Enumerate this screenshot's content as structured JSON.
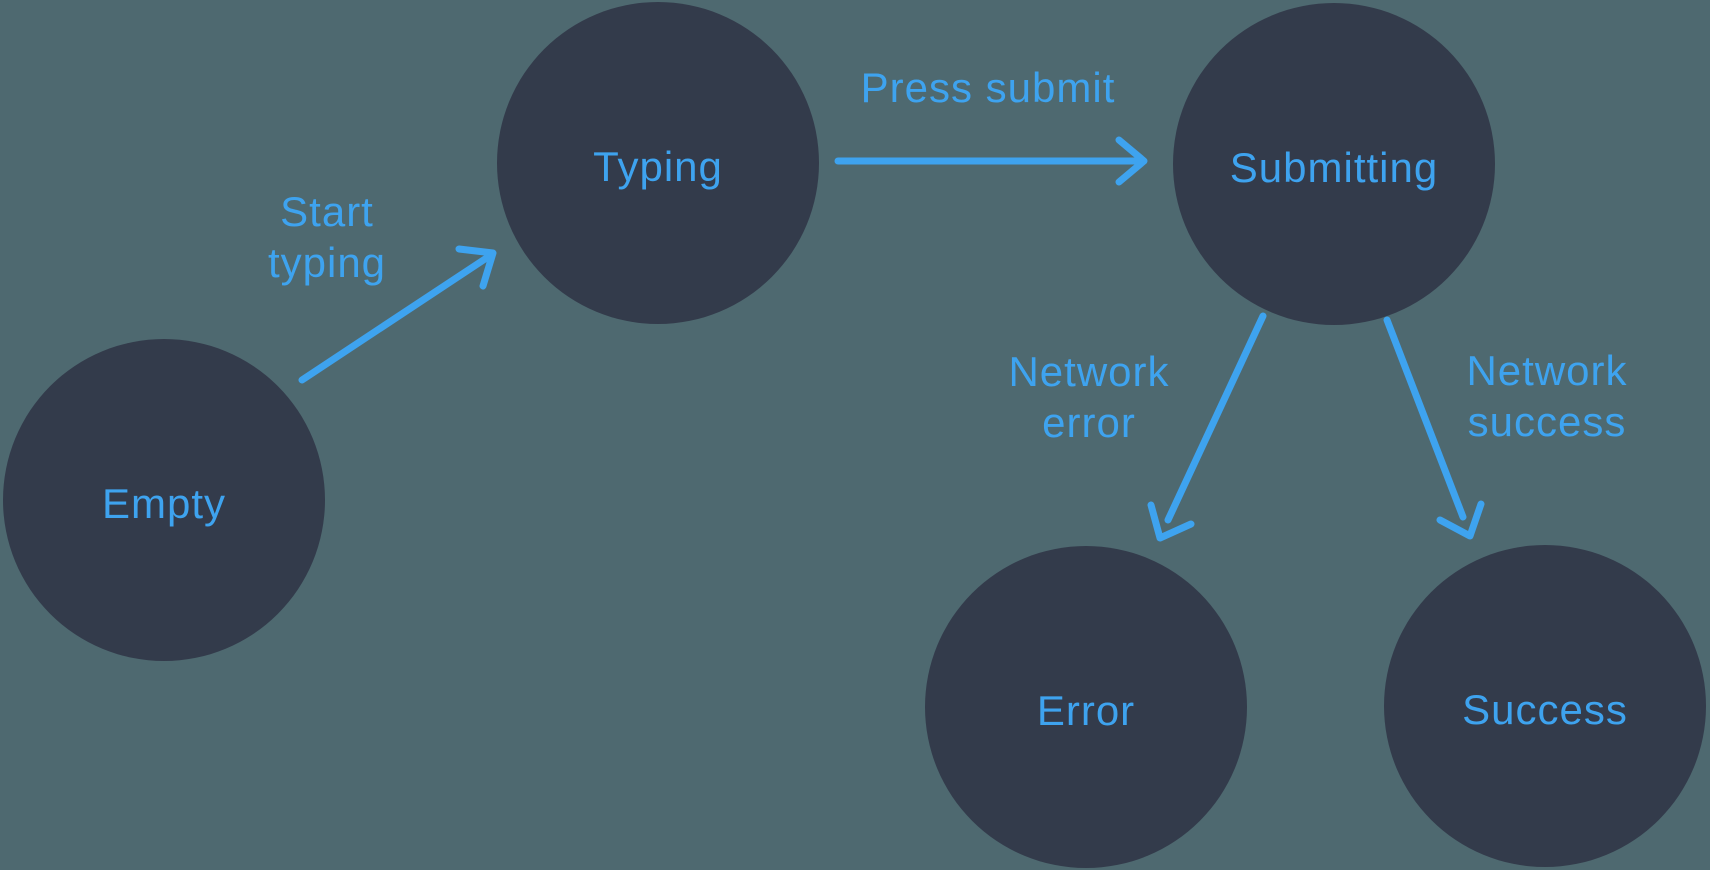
{
  "diagram": {
    "type": "state-machine",
    "nodes": [
      {
        "id": "empty",
        "label": "Empty"
      },
      {
        "id": "typing",
        "label": "Typing"
      },
      {
        "id": "submitting",
        "label": "Submitting"
      },
      {
        "id": "error",
        "label": "Error"
      },
      {
        "id": "success",
        "label": "Success"
      }
    ],
    "edges": [
      {
        "from": "empty",
        "to": "typing",
        "label": "Start typing",
        "label_lines": [
          "Start",
          "typing"
        ]
      },
      {
        "from": "typing",
        "to": "submitting",
        "label": "Press submit",
        "label_lines": [
          "Press submit"
        ]
      },
      {
        "from": "submitting",
        "to": "error",
        "label": "Network error",
        "label_lines": [
          "Network",
          "error"
        ]
      },
      {
        "from": "submitting",
        "to": "success",
        "label": "Network success",
        "label_lines": [
          "Network",
          "success"
        ]
      }
    ]
  },
  "colors": {
    "background": "#4E6970",
    "node-fill": "#333B4B",
    "accent": "#3EA3EF"
  }
}
